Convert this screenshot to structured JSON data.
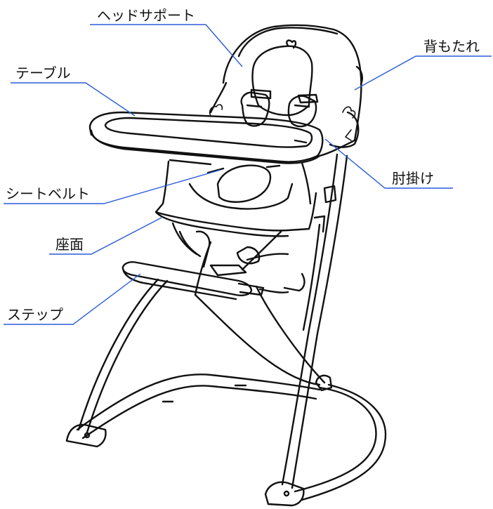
{
  "labels": {
    "headrest": "ヘッドサポート",
    "backrest": "背もたれ",
    "table": "テーブル",
    "armrest": "肘掛け",
    "seatbelt": "シートベルト",
    "seat": "座面",
    "step": "ステップ"
  },
  "colors": {
    "leader": "#2a5bd7",
    "outline": "#111111",
    "text": "#111111",
    "background": "#ffffff"
  }
}
